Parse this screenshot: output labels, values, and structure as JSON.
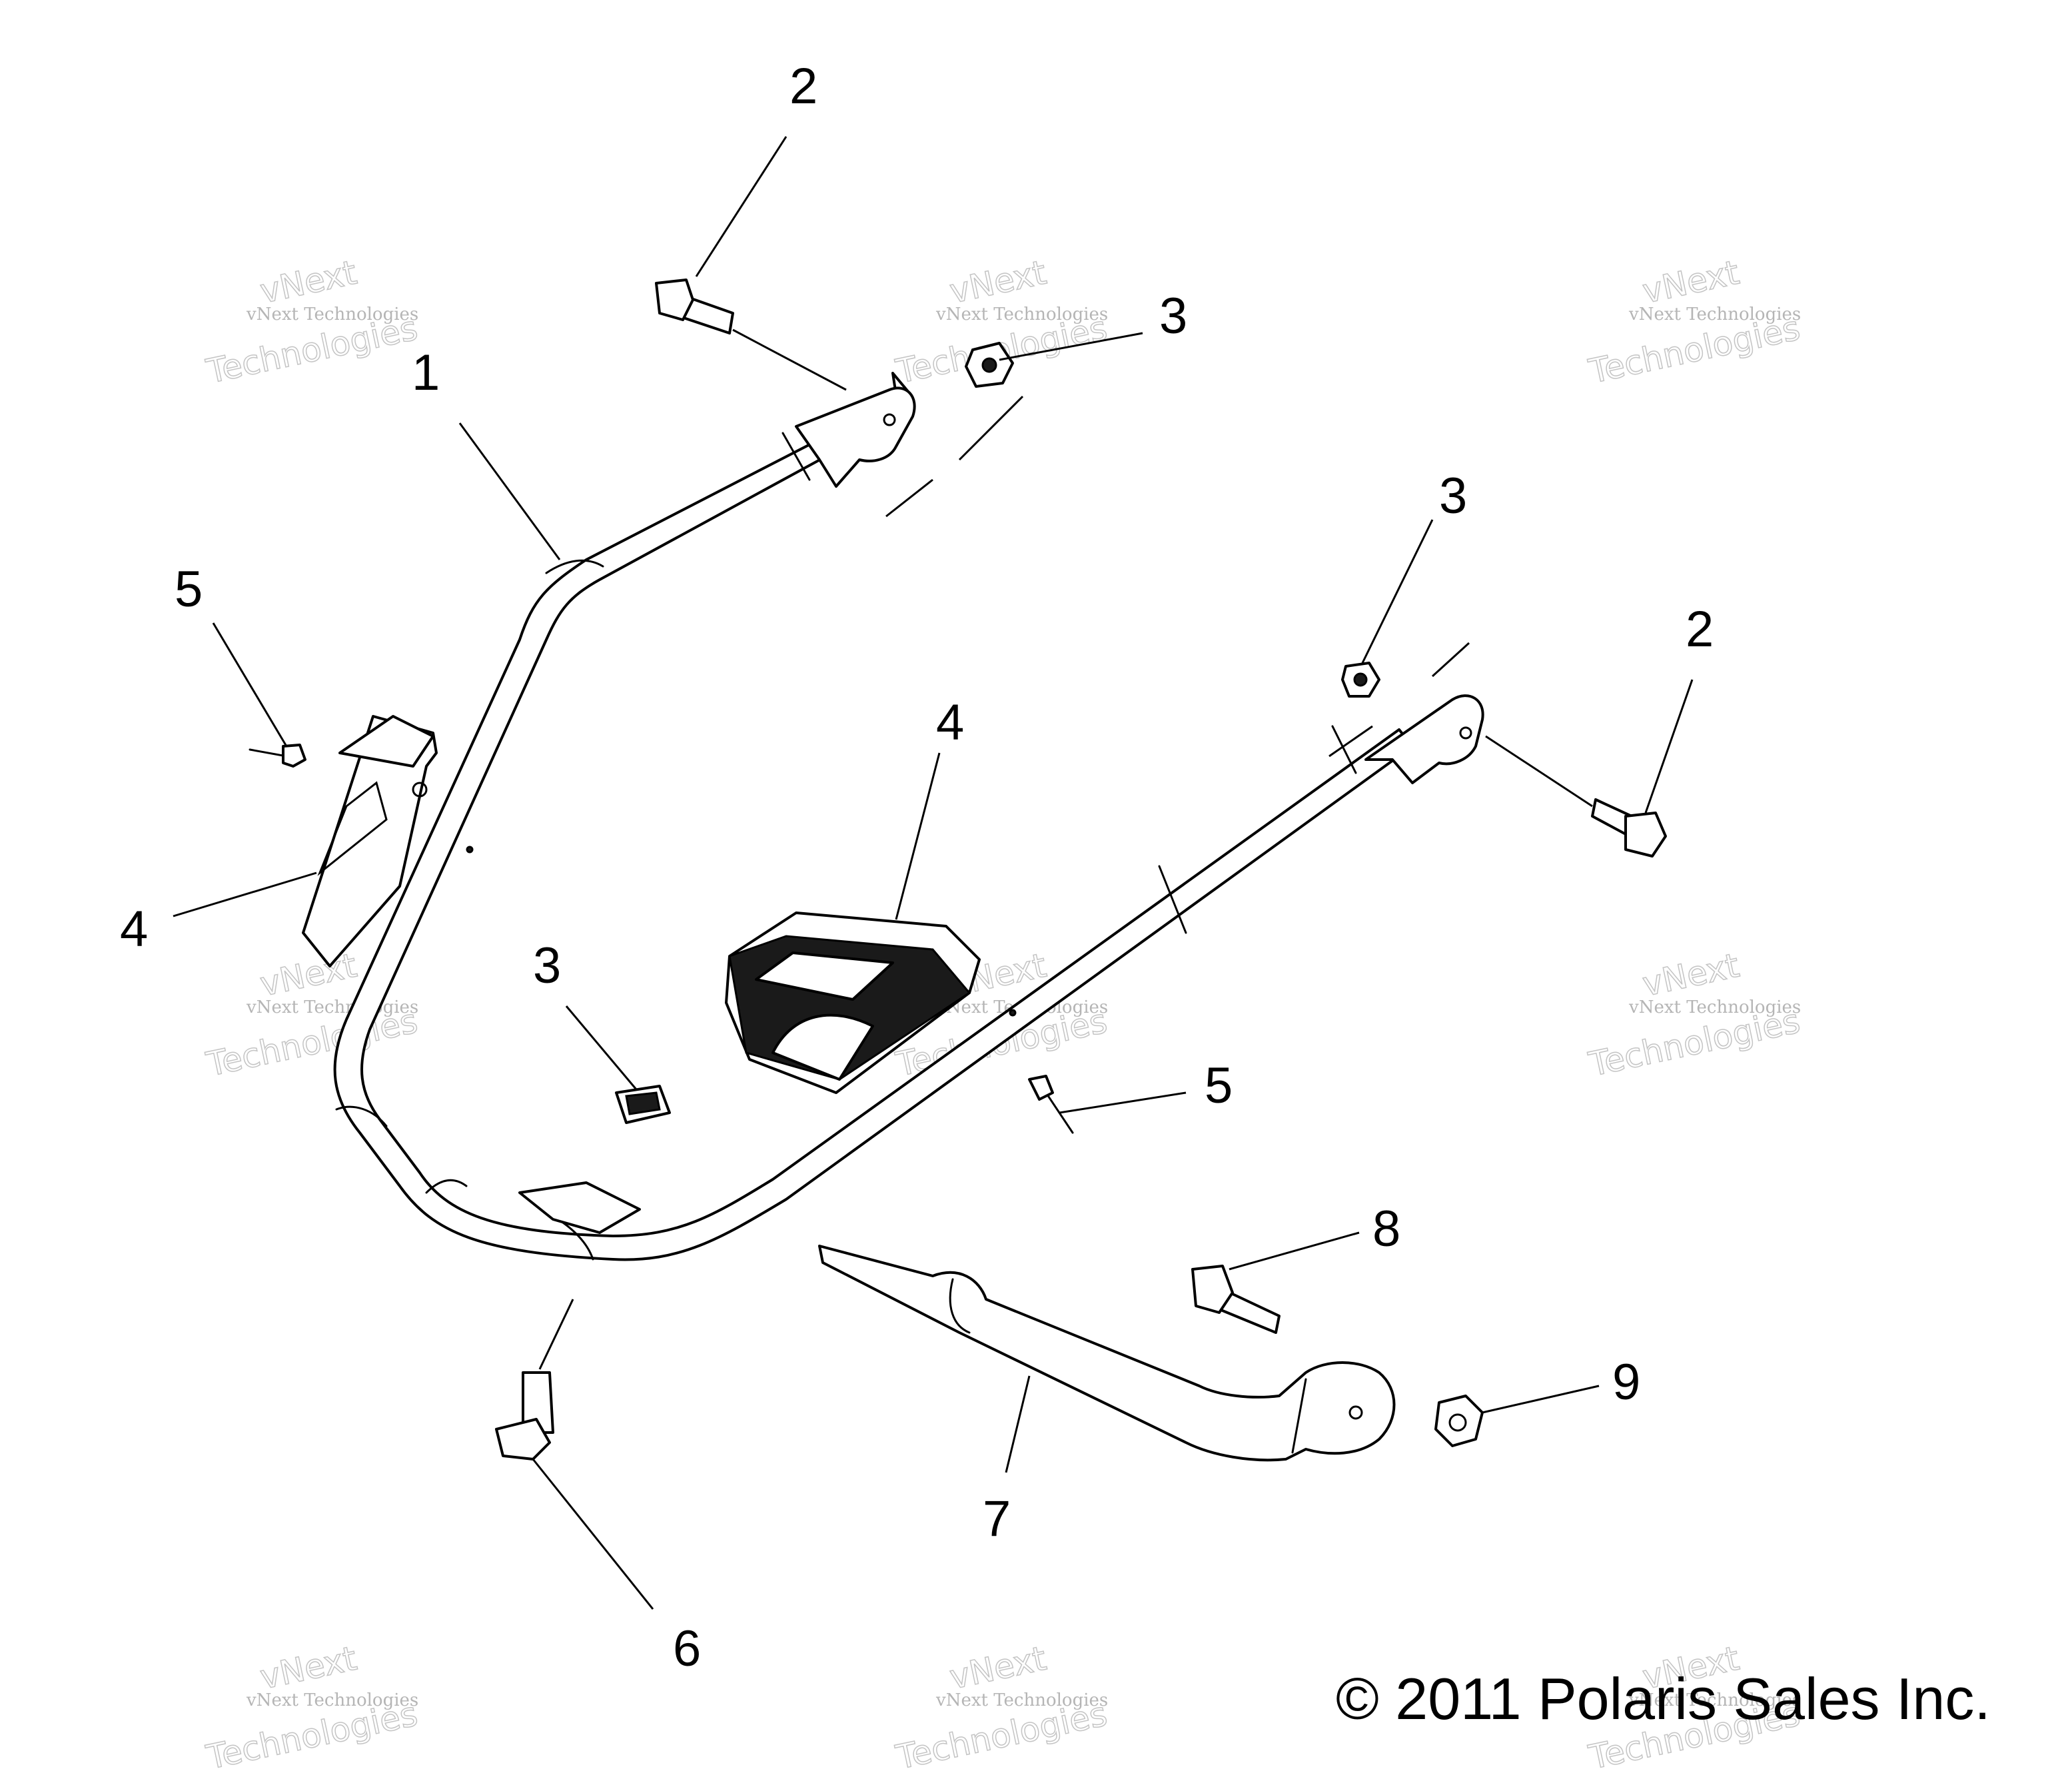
{
  "copyright": "© 2011 Polaris Sales Inc.",
  "watermark": {
    "line1": "vNext",
    "line2": "vNext Technologies",
    "line3": "Technologies"
  },
  "callouts": [
    "1",
    "2",
    "2",
    "3",
    "3",
    "3",
    "4",
    "4",
    "5",
    "5",
    "6",
    "7",
    "8",
    "9"
  ],
  "colors": {
    "line": "#000000",
    "watermark": "#b5b5b5",
    "background": "#ffffff"
  }
}
